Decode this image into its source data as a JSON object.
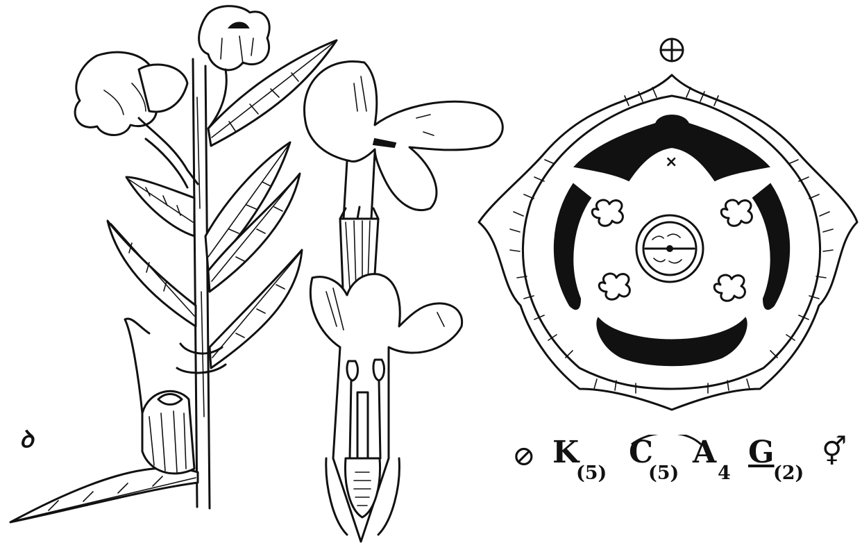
{
  "figure": {
    "panels": [
      "plant-shoot-with-flowers",
      "flower-side-view",
      "flower-longitudinal-section",
      "floral-diagram"
    ],
    "symbols": {
      "symmetry": "⊕",
      "posterior_mark": "×",
      "actinomorphic": "⊘",
      "bisexual": "⚥",
      "specimen_mark": "ꝺ"
    },
    "formula": {
      "calyx_letter": "K",
      "calyx_count": "(5)",
      "corolla_letter": "C",
      "corolla_count": "(5)",
      "androecium_letter": "A",
      "androecium_count": "4",
      "gynoecium_letter": "G",
      "gynoecium_count": "(2)"
    }
  }
}
